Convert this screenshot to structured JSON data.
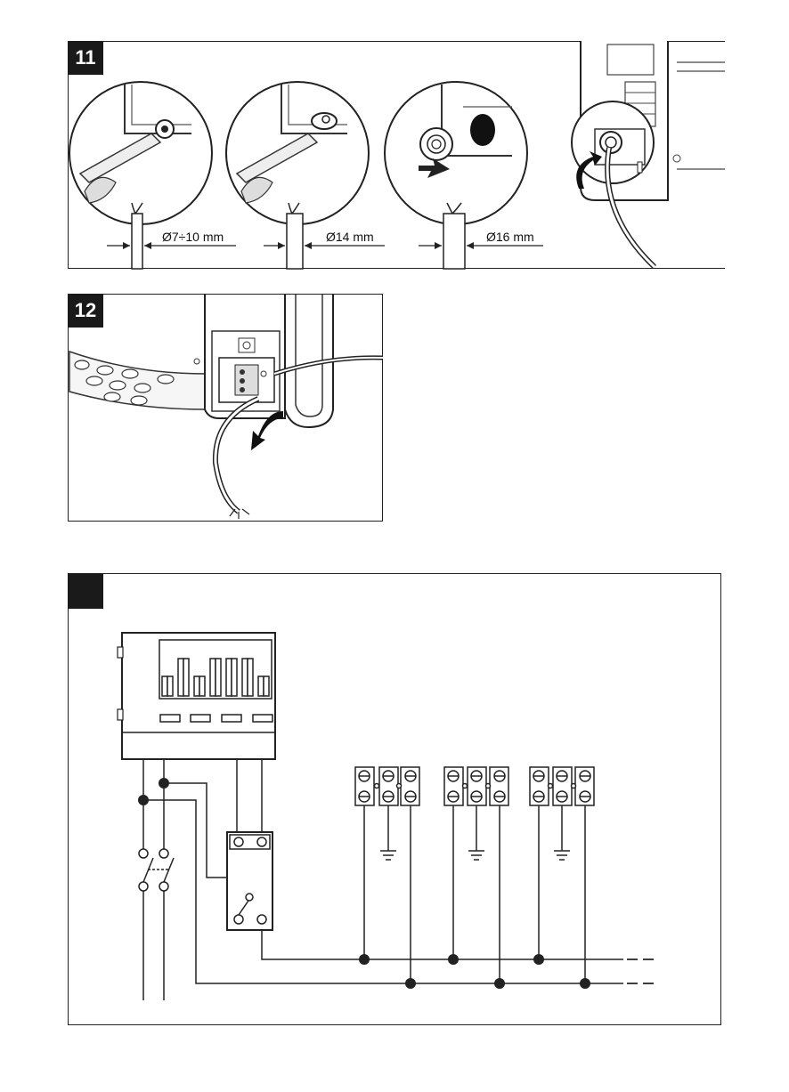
{
  "figure11": {
    "label": "11",
    "dimensions": [
      "Ø7÷10 mm",
      "Ø14 mm",
      "Ø16 mm"
    ]
  },
  "figure12": {
    "label": "12"
  },
  "figure13": {
    "label": ""
  }
}
